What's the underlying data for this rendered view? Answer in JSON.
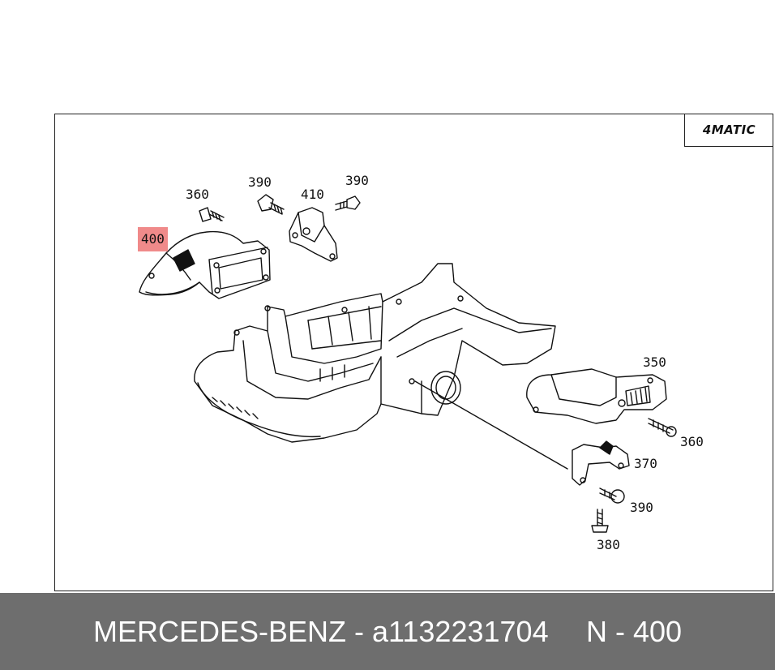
{
  "badge": {
    "text": "4MATIC"
  },
  "callouts": [
    {
      "id": "400",
      "highlighted": true
    },
    {
      "id": "360"
    },
    {
      "id": "390"
    },
    {
      "id": "410"
    },
    {
      "id": "390"
    },
    {
      "id": "350"
    },
    {
      "id": "360"
    },
    {
      "id": "370"
    },
    {
      "id": "390"
    },
    {
      "id": "380"
    }
  ],
  "colors": {
    "highlight": "#f08a8a",
    "footer_bg": "#6e6e6e",
    "footer_text": "#ffffff"
  },
  "footer": {
    "part": "MERCEDES-BENZ - a1132231704",
    "position": "N - 400"
  }
}
